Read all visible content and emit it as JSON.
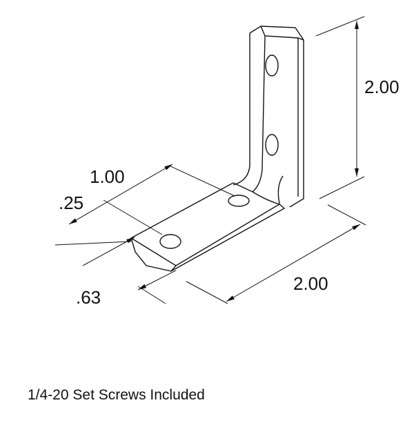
{
  "dimensions": {
    "height": "2.00",
    "length": "2.00",
    "hole_spacing": "1.00",
    "hole_offset": ".25",
    "width": ".63"
  },
  "caption": "1/4-20 Set Screws Included"
}
